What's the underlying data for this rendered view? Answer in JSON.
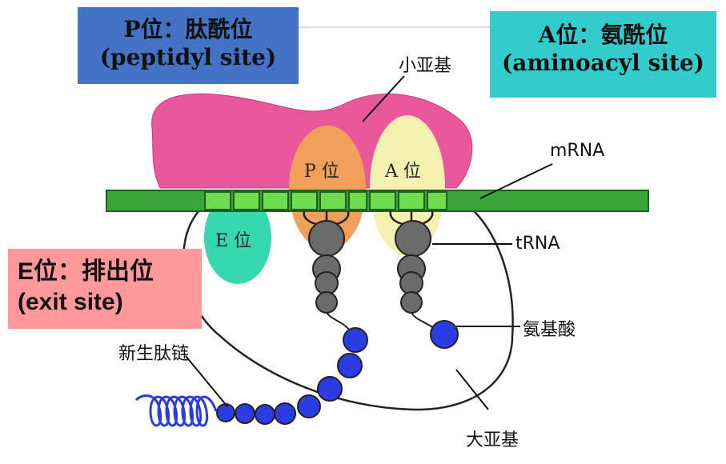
{
  "p_site_box": {
    "line1": "P位：肽酰位",
    "line2": "(peptidyl site)"
  },
  "a_site_box": {
    "line1": "A位：氨酰位",
    "line2": "(aminoacyl site)"
  },
  "e_site_box": {
    "line1": "E位：排出位",
    "line2": "(exit site)"
  },
  "labels": {
    "small_subunit": "小亚基",
    "mrna": "mRNA",
    "trna": "tRNA",
    "amino_acid": "氨基酸",
    "nascent_peptide": "新生肽链",
    "large_subunit": "大亚基"
  },
  "sites": {
    "p": "P 位",
    "a": "A 位",
    "e": "E 位"
  },
  "colors": {
    "p_box": "#4472c4",
    "a_box": "#33cccc",
    "e_box": "#ff9999",
    "small_subunit": "#e8589a",
    "mrna": "#3aa63a",
    "codon": "#6fdc4f",
    "p_site": "#f0a05a",
    "a_site": "#f4f0b0",
    "e_site": "#36d8b0",
    "trna": "#6b6b6b",
    "amino_acid": "#2b3de0"
  }
}
